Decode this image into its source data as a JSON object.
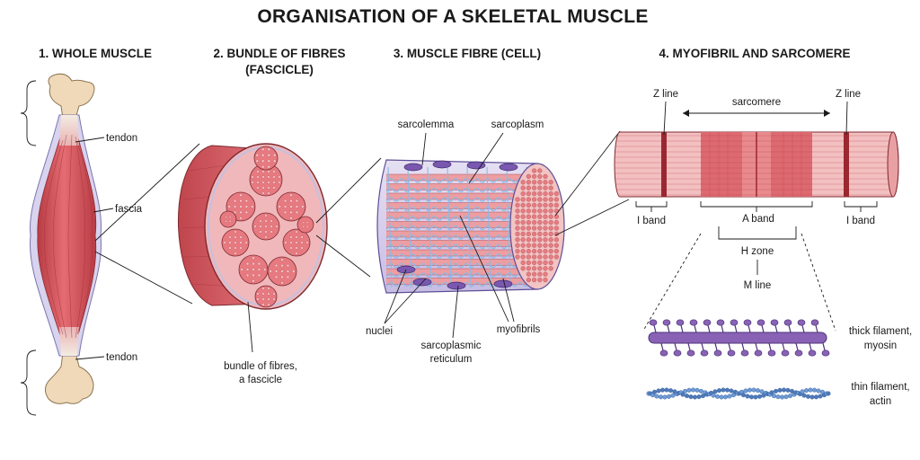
{
  "title": "ORGANISATION OF A SKELETAL MUSCLE",
  "panels": {
    "whole": {
      "heading": "1. WHOLE MUSCLE",
      "labels": {
        "tendon_top": "tendon",
        "fascia": "fascia",
        "tendon_bottom": "tendon"
      }
    },
    "bundle": {
      "heading_line1": "2. BUNDLE OF FIBRES",
      "heading_line2": "(FASCICLE)",
      "labels": {
        "line1": "bundle of fibres,",
        "line2": "a fascicle"
      }
    },
    "fibre": {
      "heading": "3. MUSCLE FIBRE (CELL)",
      "labels": {
        "sarcolemma": "sarcolemma",
        "sarcoplasm": "sarcoplasm",
        "nuclei": "nuclei",
        "sr_line1": "sarcoplasmic",
        "sr_line2": "reticulum",
        "myofibrils": "myofibrils"
      }
    },
    "myofibril": {
      "heading": "4. MYOFIBRIL AND SARCOMERE",
      "labels": {
        "z_line_left": "Z line",
        "z_line_right": "Z line",
        "sarcomere": "sarcomere",
        "i_band_left": "I band",
        "a_band": "A band",
        "i_band_right": "I band",
        "h_zone": "H zone",
        "m_line": "M line",
        "thick_line1": "thick filament,",
        "thick_line2": "myosin",
        "thin_line1": "thin filament,",
        "thin_line2": "actin"
      }
    }
  },
  "colors": {
    "muscle": "#d9535b",
    "muscle_light": "#f1a6a9",
    "bone": "#efd9b8",
    "fascia": "#c9c4e6",
    "myosin": "#8a62b5",
    "actin": "#4f79b9",
    "reticulum": "#8fb8e3",
    "nucleus": "#7a58b0"
  }
}
